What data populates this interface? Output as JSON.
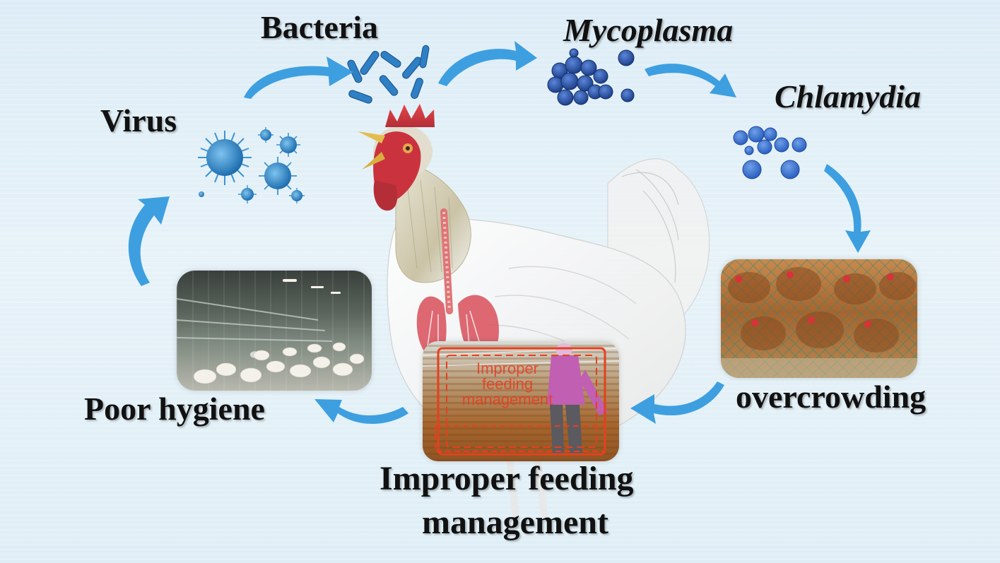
{
  "figure": {
    "labels": {
      "bacteria": "Bacteria",
      "mycoplasma": "Mycoplasma",
      "chlamydia": "Chlamydia",
      "virus": "Virus",
      "overcrowding": "overcrowding",
      "poor_hygiene": "Poor hygiene",
      "improper_feeding_line1": "Improper feeding",
      "improper_feeding_line2": "management"
    },
    "photo_overlay": {
      "line1": "Improper",
      "line2": "feeding",
      "line3": "management"
    },
    "colors": {
      "arrow": "#3d9fe0",
      "pathogen": "#2a6fb5",
      "overlay_text": "#e6401e"
    }
  }
}
